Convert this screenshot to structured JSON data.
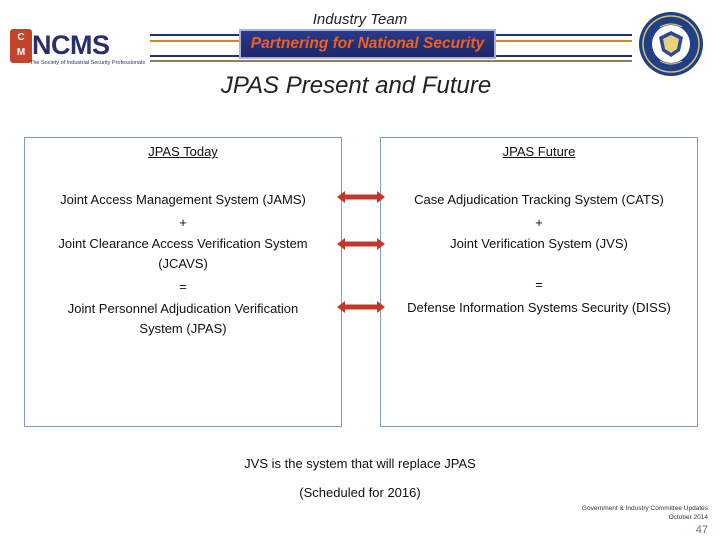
{
  "header": {
    "team_label": "Industry Team",
    "banner_text": "Partnering for National Security",
    "logo": {
      "badge_letters": [
        "C",
        "M"
      ],
      "name": "NCMS",
      "tagline": "The Society of Industrial Security Professionals"
    },
    "seal_icon": "dss-seal-icon"
  },
  "slide": {
    "title": "JPAS Present and Future"
  },
  "panels": {
    "today": {
      "heading": "JPAS Today",
      "lines": [
        "Joint Access Management System (JAMS)",
        "+",
        "Joint Clearance Access Verification System",
        "(JCAVS)",
        "=",
        "Joint Personnel Adjudication Verification",
        "System (JPAS)"
      ]
    },
    "future": {
      "heading": "JPAS Future",
      "lines": [
        "Case Adjudication Tracking System (CATS)",
        "+",
        "Joint Verification System (JVS)",
        "=",
        "Defense Information Systems Security (DISS)"
      ]
    }
  },
  "arrows": {
    "icon": "double-arrow-icon",
    "color": "#c0392b"
  },
  "notes": {
    "replace": "JVS is the system that will replace JPAS",
    "schedule": "(Scheduled for 2016)"
  },
  "footer": {
    "line1": "Government & Industry Committee Updates",
    "line2": "October 2014",
    "page_number": "47"
  },
  "colors": {
    "navy": "#27306b",
    "orange": "#f0601a",
    "panel_border": "#7f9cc4"
  }
}
